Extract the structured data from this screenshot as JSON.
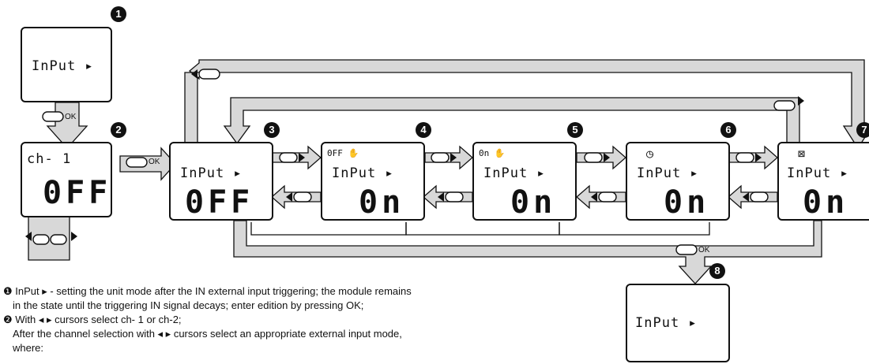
{
  "step_numbers": [
    "1",
    "2",
    "3",
    "4",
    "5",
    "6",
    "8",
    "7"
  ],
  "screens": {
    "s1": {
      "top": "InPut ▸"
    },
    "s2": {
      "top": "ch- 1",
      "big": "0FF"
    },
    "s3": {
      "top": "InPut ▸",
      "big": "0FF"
    },
    "s4": {
      "icon": "0FF ✋",
      "top": "InPut ▸",
      "big": "0n"
    },
    "s5": {
      "icon": "0n ✋",
      "top": "InPut ▸",
      "big": "0n"
    },
    "s6": {
      "icon": "◷",
      "top": "InPut ▸",
      "big": "0n"
    },
    "s7": {
      "icon": "⊠",
      "top": "InPut ▸",
      "big": "0n"
    },
    "s8": {
      "top": "InPut ▸"
    }
  },
  "ok_labels": [
    "OK",
    "OK",
    "OK"
  ],
  "description": [
    "❶ InPut ▸ - setting the unit mode after the IN external input triggering; the module remains",
    "in the state until the triggering IN signal decays; enter edition by pressing OK;",
    "❷ With ◂ ▸ cursors select ch- 1 or ch-2;",
    "After the channel selection with ◂ ▸ cursors select an appropriate external input mode,",
    "where:"
  ],
  "colors": {
    "arrow_fill": "#d8d8d8",
    "outline": "#111111",
    "badge": "#111111"
  }
}
